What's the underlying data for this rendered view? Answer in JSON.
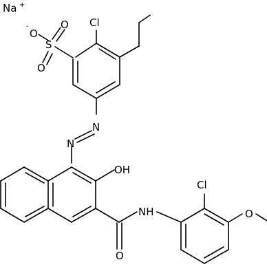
{
  "structure": {
    "atoms": {
      "na": "Na",
      "na_charge": "+",
      "o_minus": "O",
      "o_minus_charge": "-",
      "s": "S",
      "o1": "O",
      "o2": "O",
      "cl_top": "Cl",
      "n1": "N",
      "n2": "N",
      "oh": "OH",
      "cl_bottom": "Cl",
      "nh": "NH",
      "o_carbonyl": "O",
      "o_methoxy": "O"
    }
  }
}
